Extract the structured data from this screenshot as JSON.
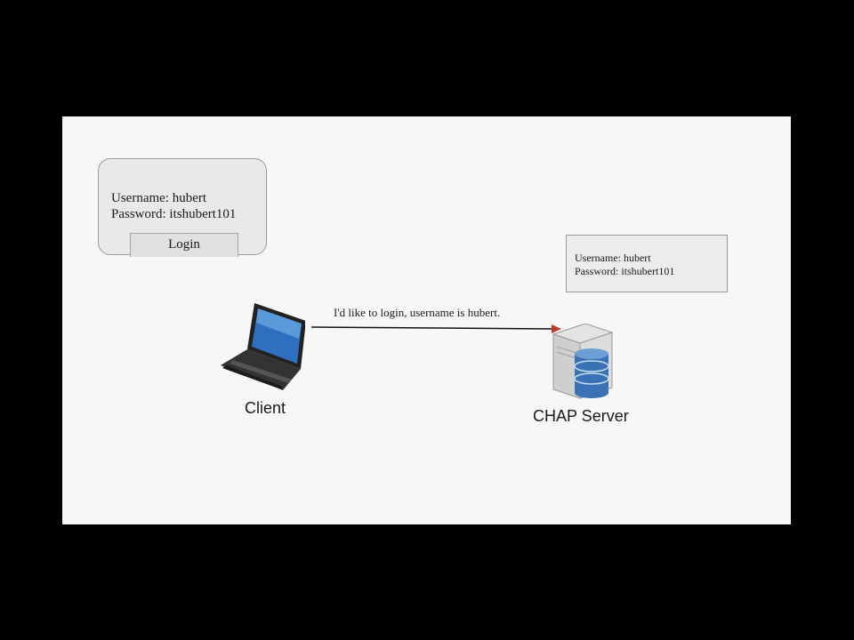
{
  "client_panel": {
    "username_line": "Username: hubert",
    "password_line": "Password: itshubert101",
    "login_button": "Login"
  },
  "server_panel": {
    "username_line": "Username: hubert",
    "password_line": "Password: itshubert101"
  },
  "message": {
    "text": "I'd like to login, username is hubert.",
    "direction": "client-to-server"
  },
  "nodes": {
    "client": {
      "label": "Client",
      "icon": "laptop-icon"
    },
    "server": {
      "label": "CHAP Server",
      "icon": "database-server-icon"
    }
  },
  "colors": {
    "slide_background": "#f7f7f7",
    "outer_background": "#000000",
    "arrow": "#111111",
    "arrowhead": "#c0392b",
    "database": "#3a72b5"
  }
}
